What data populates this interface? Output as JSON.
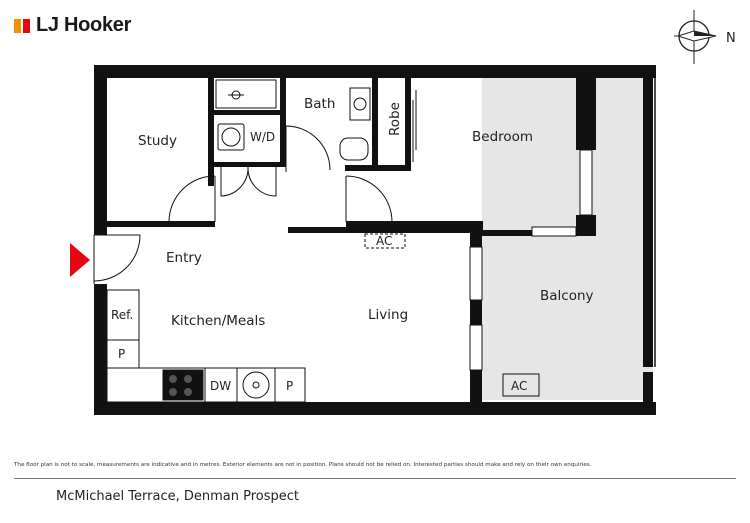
{
  "brand": {
    "name": "LJ Hooker",
    "colors": {
      "mark_left": "#f39200",
      "mark_right": "#e30613"
    }
  },
  "compass": {
    "label": "N",
    "icon": "compass-north-arrow-icon"
  },
  "rooms": {
    "study": "Study",
    "wd": "W/D",
    "bath": "Bath",
    "robe": "Robe",
    "bedroom": "Bedroom",
    "entry": "Entry",
    "kitchen_meals": "Kitchen/Meals",
    "living": "Living",
    "balcony": "Balcony"
  },
  "fixtures": {
    "ac_living": "AC",
    "ac_balcony": "AC",
    "ref": "Ref.",
    "pantry_left": "P",
    "dw": "DW",
    "pantry_bench": "P"
  },
  "entry_marker": {
    "color": "#e30613",
    "icon": "entry-arrow-icon"
  },
  "colors": {
    "wall": "#111111",
    "balcony_fill": "#e6e6e6"
  },
  "disclaimer": "The floor plan is not to scale, measurements are indicative and in metres. Exterior elements are not in position. Plans should not be relied on. Interested parties should make and rely on their own enquiries.",
  "address": "McMichael Terrace, Denman Prospect"
}
